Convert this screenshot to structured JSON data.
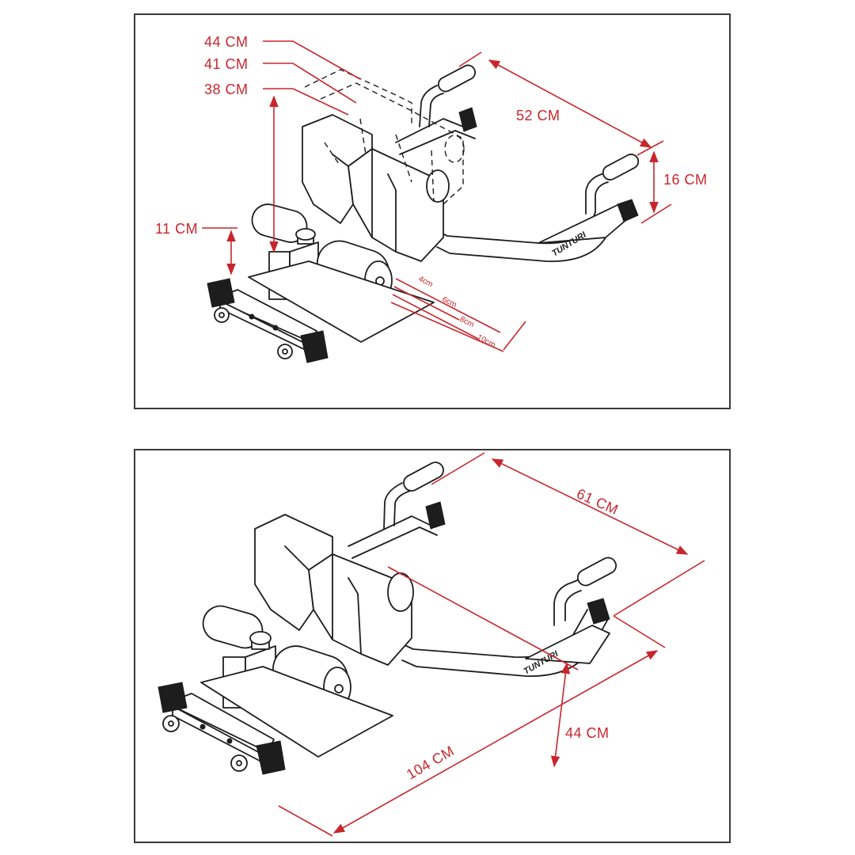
{
  "brand": "TUNTURI",
  "colors": {
    "dimension": "#c8262c",
    "line": "#1d1d1d",
    "frame": "#3a3a3a",
    "background": "#ffffff"
  },
  "top_diagram": {
    "height_labels": [
      "44 CM",
      "41 CM",
      "38 CM"
    ],
    "handle_width": "52 CM",
    "handle_height": "16 CM",
    "foot_height": "11 CM",
    "roller_offsets": [
      "4cm",
      "6cm",
      "8cm",
      "10cm"
    ]
  },
  "bottom_diagram": {
    "width": "61 CM",
    "length": "104 CM",
    "height": "44 CM"
  }
}
